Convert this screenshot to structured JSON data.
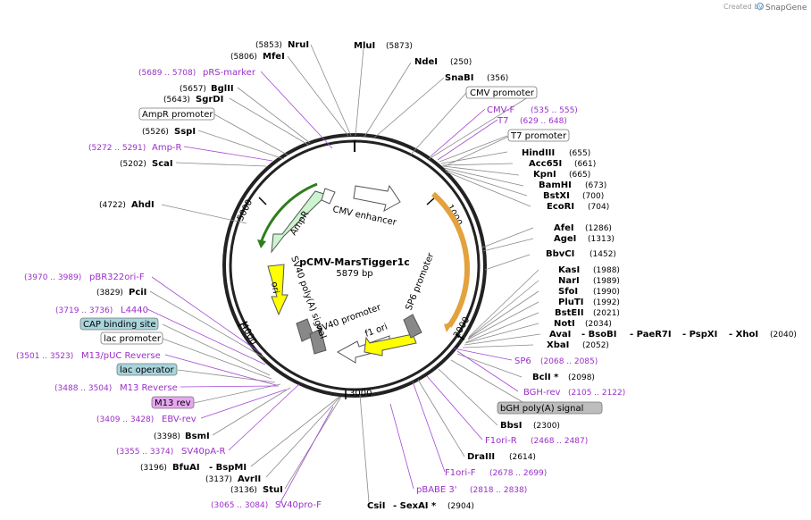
{
  "credit": {
    "prefix": "Created by",
    "brand": "SnapGene"
  },
  "plasmid": {
    "name": "pCMV-MarsTigger1c",
    "size": "5879 bp"
  },
  "ticks": [
    "1000",
    "2000",
    "3000",
    "4000",
    "5000"
  ],
  "enzymes_top": [
    {
      "name": "NruI",
      "pos": "(5853)"
    },
    {
      "name": "MfeI",
      "pos": "(5806)"
    },
    {
      "name": "MluI",
      "pos": "(5873)"
    },
    {
      "name": "NdeI",
      "pos": "(250)"
    },
    {
      "name": "SnaBI",
      "pos": "(356)"
    },
    {
      "name": "BglII",
      "pos": "(5657)"
    },
    {
      "name": "SgrDI",
      "pos": "(5643)"
    },
    {
      "name": "SspI",
      "pos": "(5526)"
    },
    {
      "name": "ScaI",
      "pos": "(5202)"
    },
    {
      "name": "AhdI",
      "pos": "(4722)"
    }
  ],
  "enzymes_right": [
    {
      "name": "HindIII",
      "pos": "(655)"
    },
    {
      "name": "Acc65I",
      "pos": "(661)"
    },
    {
      "name": "KpnI",
      "pos": "(665)"
    },
    {
      "name": "BamHI",
      "pos": "(673)"
    },
    {
      "name": "BstXI",
      "pos": "(700)"
    },
    {
      "name": "EcoRI",
      "pos": "(704)"
    },
    {
      "name": "AfeI",
      "pos": "(1286)"
    },
    {
      "name": "AgeI",
      "pos": "(1313)"
    },
    {
      "name": "BbvCI",
      "pos": "(1452)"
    },
    {
      "name": "KasI",
      "pos": "(1988)"
    },
    {
      "name": "NarI",
      "pos": "(1989)"
    },
    {
      "name": "SfoI",
      "pos": "(1990)"
    },
    {
      "name": "PluTI",
      "pos": "(1992)"
    },
    {
      "name": "BstEII",
      "pos": "(2021)"
    },
    {
      "name": "NotI",
      "pos": "(2034)"
    },
    {
      "name": "XbaI",
      "pos": "(2052)"
    },
    {
      "name": "BclI *",
      "pos": "(2098)"
    },
    {
      "name": "BbsI",
      "pos": "(2300)"
    },
    {
      "name": "DraIII",
      "pos": "(2614)"
    }
  ],
  "enzyme_group": {
    "items": [
      "AvaI",
      "- BsoBI",
      "- PaeR7I",
      "- PspXI",
      "- XhoI"
    ],
    "pos": "(2040)"
  },
  "enzymes_bottom": [
    {
      "name": "PciI",
      "pos": "(3829)"
    },
    {
      "name": "BsmI",
      "pos": "(3398)"
    },
    {
      "name": "AvrII",
      "pos": "(3137)"
    },
    {
      "name": "StuI",
      "pos": "(3136)"
    }
  ],
  "bfuai": {
    "name": "BfuAI",
    "name2": "- BspMI",
    "pos": "(3196)"
  },
  "csii": {
    "name": "CsiI",
    "name2": "- SexAI *",
    "pos": "(2904)"
  },
  "primers": [
    {
      "name": "pRS-marker",
      "pos": "(5689 .. 5708)"
    },
    {
      "name": "Amp-R",
      "pos": "(5272 .. 5291)"
    },
    {
      "name": "CMV-F",
      "pos": "(535 .. 555)"
    },
    {
      "name": "T7",
      "pos": "(629 .. 648)"
    },
    {
      "name": "pBR322ori-F",
      "pos": "(3970 .. 3989)"
    },
    {
      "name": "L4440",
      "pos": "(3719 .. 3736)"
    },
    {
      "name": "M13/pUC Reverse",
      "pos": "(3501 .. 3523)"
    },
    {
      "name": "M13 Reverse",
      "pos": "(3488 .. 3504)"
    },
    {
      "name": "EBV-rev",
      "pos": "(3409 .. 3428)"
    },
    {
      "name": "SV40pA-R",
      "pos": "(3355 .. 3374)"
    },
    {
      "name": "SV40pro-F",
      "pos": "(3065 .. 3084)"
    },
    {
      "name": "SP6",
      "pos": "(2068 .. 2085)"
    },
    {
      "name": "BGH-rev",
      "pos": "(2105 .. 2122)"
    },
    {
      "name": "F1ori-R",
      "pos": "(2468 .. 2487)"
    },
    {
      "name": "F1ori-F",
      "pos": "(2678 .. 2699)"
    },
    {
      "name": "pBABE 3'",
      "pos": "(2818 .. 2838)"
    }
  ],
  "boxed_features": [
    {
      "name": "CMV promoter"
    },
    {
      "name": "T7 promoter"
    },
    {
      "name": "AmpR promoter"
    },
    {
      "name": "CAP binding site"
    },
    {
      "name": "lac promoter"
    },
    {
      "name": "lac operator"
    },
    {
      "name": "M13 rev"
    },
    {
      "name": "bGH poly(A) signal"
    }
  ],
  "inner_features": [
    "CMV enhancer",
    "AmpR",
    "ori",
    "SV40 poly(A) signal",
    "SV40 promoter",
    "f1 ori",
    "SP6 promoter"
  ]
}
